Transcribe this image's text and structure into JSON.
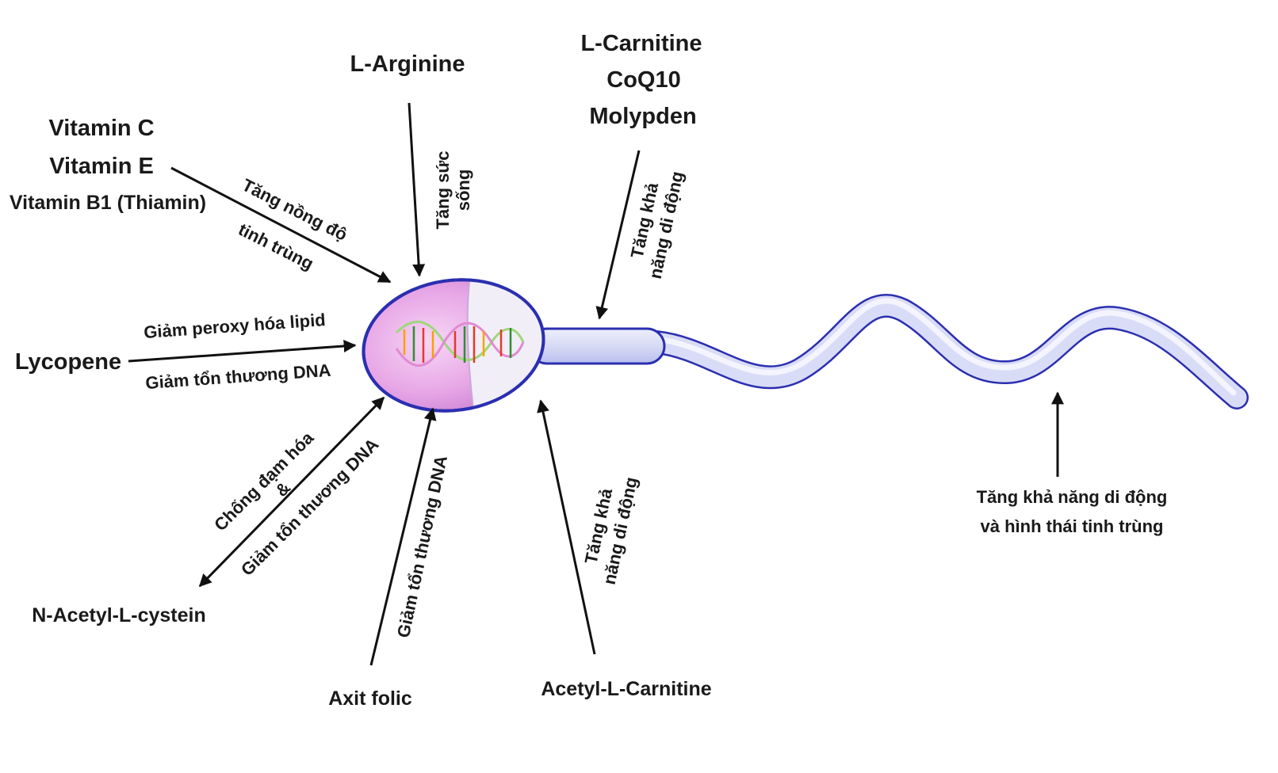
{
  "nutrients": {
    "vitamin_c": "Vitamin C",
    "vitamin_e": "Vitamin E",
    "vitamin_b1": "Vitamin B1 (Thiamin)",
    "l_arginine": "L-Arginine",
    "l_carnitine": "L-Carnitine",
    "coq10": "CoQ10",
    "molypden": "Molypden",
    "lycopene": "Lycopene",
    "nac": "N-Acetyl-L-cystein",
    "axit_folic": "Axit folic",
    "acetyl_l_carnitine": "Acetyl-L-Carnitine"
  },
  "effects": {
    "tang_nong_do_1": "Tăng nồng độ",
    "tang_nong_do_2": "tinh trùng",
    "tang_suc_song_1": "Tăng sức",
    "tang_suc_song_2": "sống",
    "tang_kha_nang_top_1": "Tăng khả",
    "tang_kha_nang_top_2": "năng di động",
    "giam_peroxy": "Giảm peroxy hóa lipid",
    "giam_ton_thuong_lyco": "Giảm tổn thương DNA",
    "chong_dam_hoa": "Chống đạm hóa",
    "ampersand": "&",
    "giam_ton_thuong_nac": "Giảm tổn thương DNA",
    "giam_ton_thuong_folic": "Giảm tổn thương DNA",
    "tang_kha_nang_bottom_1": "Tăng khả",
    "tang_kha_nang_bottom_2": "năng di động",
    "tail_effect_1": "Tăng khả năng di động",
    "tail_effect_2": "và hình thái tinh trùng"
  },
  "colors": {
    "head_pink": "#e7a6e6",
    "head_light": "#f2eef8",
    "outline": "#2b2fb0",
    "tail_fill": "#d9dcf6",
    "arrow": "#111111"
  },
  "icons": {
    "dna": "dna-helix-icon",
    "sperm": "sperm-cell-icon"
  }
}
